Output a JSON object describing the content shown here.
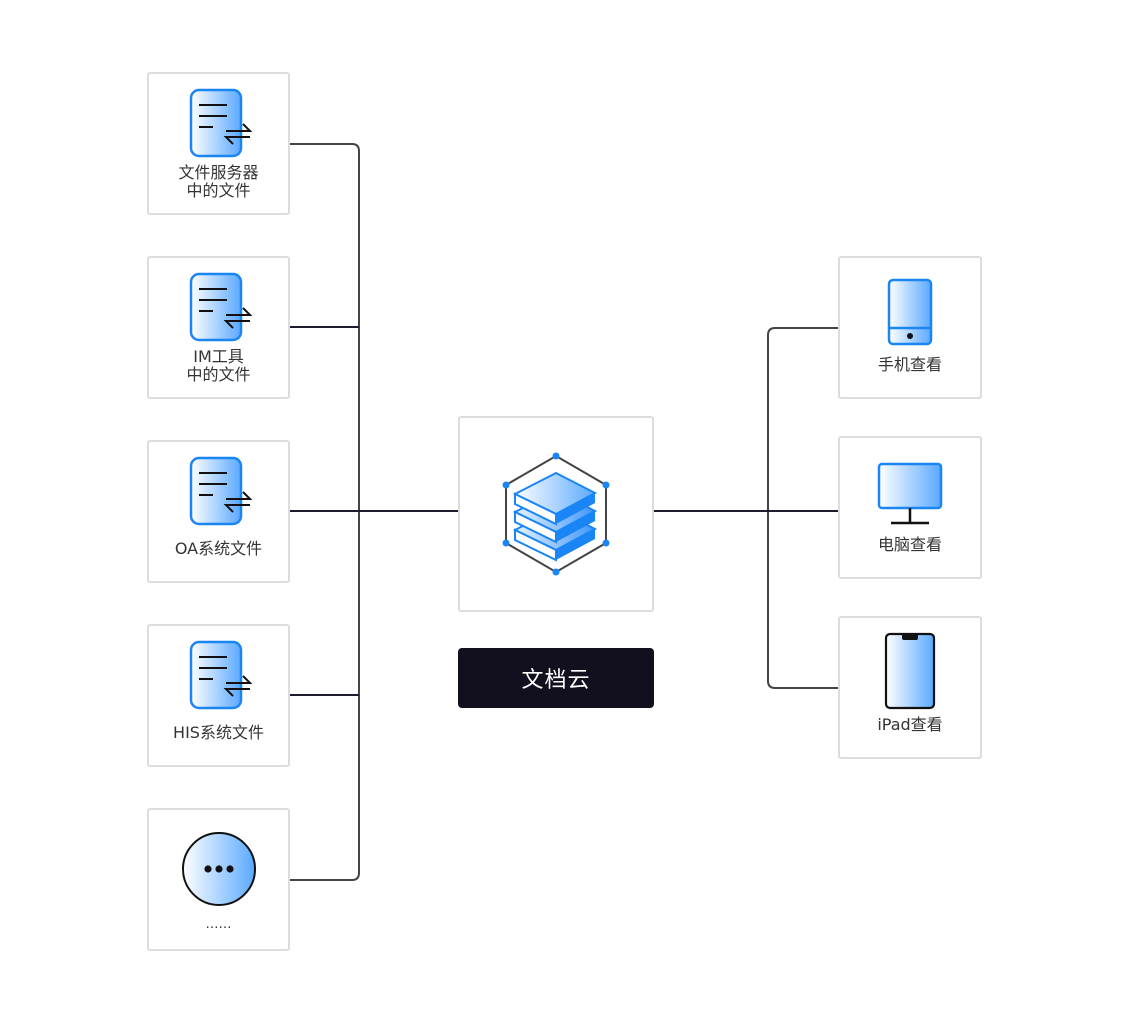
{
  "diagram": {
    "title": "文档云",
    "sources": [
      {
        "label_line1": "文件服务器",
        "label_line2": "中的文件",
        "icon": "file-transfer-icon"
      },
      {
        "label_line1": "IM工具",
        "label_line2": "中的文件",
        "icon": "file-transfer-icon"
      },
      {
        "label_line1": "OA系统文件",
        "icon": "file-transfer-icon"
      },
      {
        "label_line1": "HIS系统文件",
        "icon": "file-transfer-icon"
      },
      {
        "label_line1": "……",
        "icon": "more-icon"
      }
    ],
    "hub": {
      "icon": "layers-hexagon-icon"
    },
    "targets": [
      {
        "label": "手机查看",
        "icon": "phone-icon"
      },
      {
        "label": "电脑查看",
        "icon": "monitor-icon"
      },
      {
        "label": "iPad查看",
        "icon": "tablet-icon"
      }
    ],
    "colors": {
      "accent": "#1a86f5",
      "gradient_start": "#ffffff",
      "gradient_end": "#5aa9ff",
      "line": "#444444",
      "title_bg": "#12101f",
      "card_border": "#dcdcdc"
    }
  }
}
